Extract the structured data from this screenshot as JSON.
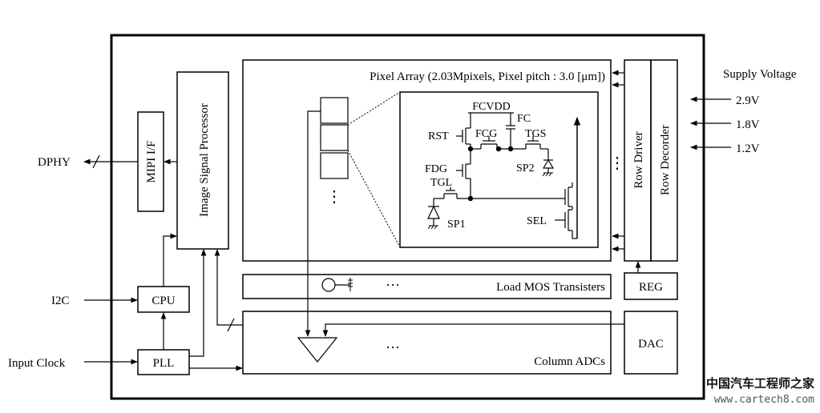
{
  "blocks": {
    "pixel_array": "Pixel Array (2.03Mpixels, Pixel pitch : 3.0 [μm])",
    "isp": "Image Signal Processor",
    "mipi": "MIPI I/F",
    "cpu": "CPU",
    "pll": "PLL",
    "row_driver": "Row Driver",
    "row_decoder": "Row Decorder",
    "reg": "REG",
    "dac": "DAC",
    "load_mos": "Load MOS Transisters",
    "column_adcs": "Column ADCs"
  },
  "external": {
    "dphy": "DPHY",
    "i2c": "I2C",
    "input_clock": "Input Clock",
    "supply_title": "Supply Voltage",
    "supply_levels": [
      "2.9V",
      "1.8V",
      "1.2V"
    ]
  },
  "pixel_circuit": {
    "fcvdd": "FCVDD",
    "fc": "FC",
    "rst": "RST",
    "fcg": "FCG",
    "tgs": "TGS",
    "fdg": "FDG",
    "tgl": "TGL",
    "sp1": "SP1",
    "sp2": "SP2",
    "sel": "SEL"
  },
  "ellipsis": {
    "dots_h": "···",
    "dots_v": "⋮"
  },
  "watermark": {
    "cn": "中国汽车工程师之家",
    "url": "www.cartech8.com"
  }
}
